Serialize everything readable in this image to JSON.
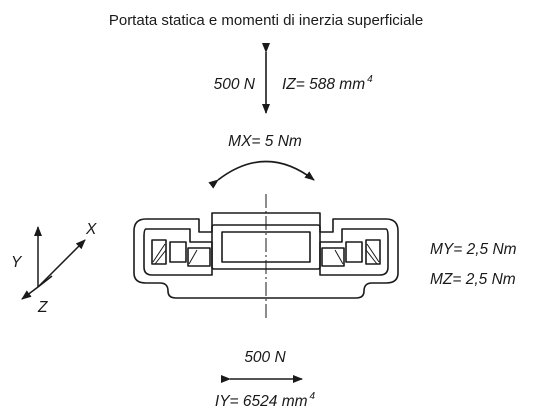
{
  "diagram": {
    "title": "Portata statica e momenti di inerzia superficiale",
    "vertical_load": "500 N",
    "iz_prefix": "IZ= 588 mm",
    "iz_exp": "4",
    "mx": "MX= 5 Nm",
    "my": "MY= 2,5 Nm",
    "mz": "MZ= 2,5 Nm",
    "horizontal_load": "500 N",
    "iy_prefix": "IY= 6524 mm",
    "iy_exp": "4",
    "axes": {
      "x": "X",
      "y": "Y",
      "z": "Z"
    },
    "colors": {
      "ink": "#1a1a1a",
      "background": "#ffffff"
    }
  }
}
